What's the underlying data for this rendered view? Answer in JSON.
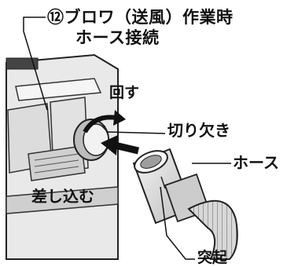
{
  "title": {
    "line1": "⑫ブロワ（送風）作業時",
    "line2": "ホース接続"
  },
  "labels": {
    "rotate": "回す",
    "notch": "切り欠き",
    "hose": "ホース",
    "insert": "差し込む",
    "protrusion": "突起"
  }
}
